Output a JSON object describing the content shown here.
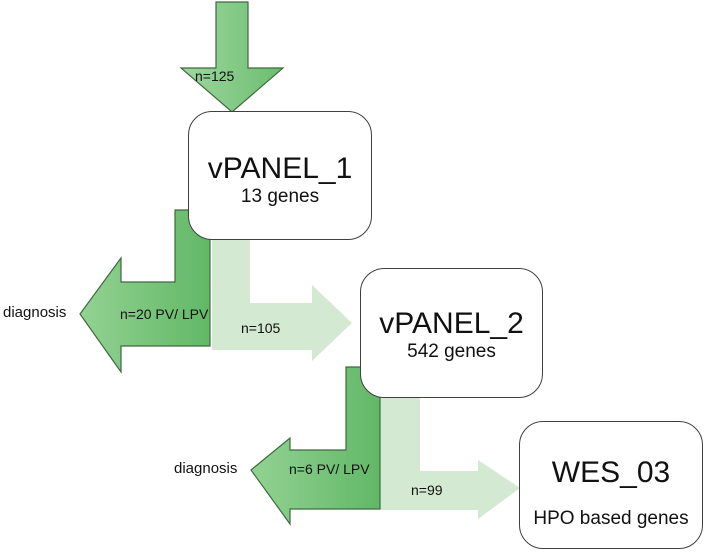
{
  "colors": {
    "arrow_dark": "#7fca82",
    "arrow_light": "#d3e9d1",
    "outline": "#3d6b3d"
  },
  "arrows": {
    "input_label": "n=125",
    "step1_diagnosis_label": "n=20 PV/ LPV",
    "step1_next_label": "n=105",
    "step2_diagnosis_label": "n=6 PV/ LPV",
    "step2_next_label": "n=99"
  },
  "boxes": [
    {
      "title": "vPANEL_1",
      "subtitle": "13 genes"
    },
    {
      "title": "vPANEL_2",
      "subtitle": "542 genes"
    },
    {
      "title": "WES_03",
      "subtitle": "HPO based genes"
    }
  ],
  "outcomes": {
    "diagnosis_1": "diagnosis",
    "diagnosis_2": "diagnosis"
  }
}
